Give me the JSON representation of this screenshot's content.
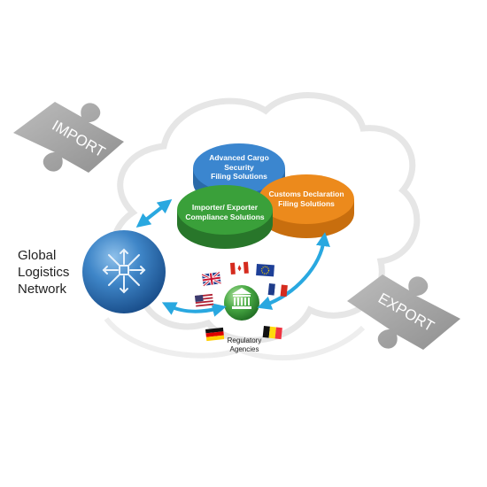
{
  "import_label": "IMPORT",
  "export_label": "EXPORT",
  "network_label": [
    "Global",
    "Logistics",
    "Network"
  ],
  "solutions": [
    {
      "id": "advanced-cargo",
      "lines": [
        "Advanced Cargo",
        "Security",
        "Filing Solutions"
      ],
      "color": "#3b86cf"
    },
    {
      "id": "customs-declaration",
      "lines": [
        "Customs Declaration",
        "Filing Solutions"
      ],
      "color": "#ec8a1c"
    },
    {
      "id": "importer-exporter",
      "lines": [
        "Importer/ Exporter",
        "Compliance Solutions"
      ],
      "color": "#3aa03a"
    }
  ],
  "agencies_label": [
    "Regulatory",
    "Agencies"
  ],
  "colors": {
    "arrow": "#29a8e0",
    "puzzle": "#a8a8a8",
    "cloud_stroke": "#e6e6e6",
    "sphere": "#2f6fb1",
    "agency_globe": "#3aa03a"
  },
  "icons": [
    "move-arrows-icon",
    "government-building-icon"
  ],
  "flags": [
    "uk-flag-icon",
    "canada-flag-icon",
    "eu-flag-icon",
    "usa-flag-icon",
    "france-flag-icon",
    "germany-flag-icon",
    "belgium-flag-icon"
  ]
}
